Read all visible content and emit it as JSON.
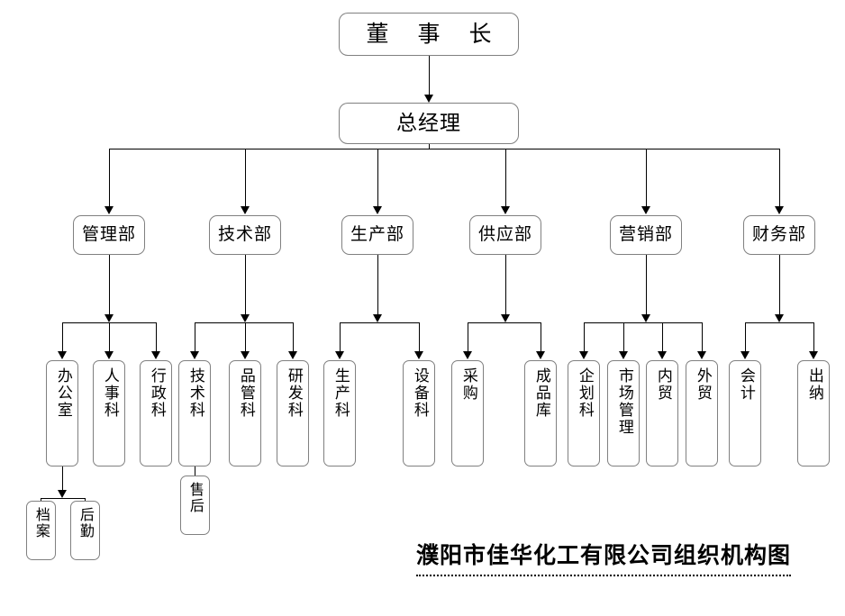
{
  "chart_data": {
    "type": "diagram",
    "title": "濮阳市佳华化工有限公司组织机构图",
    "diagram_kind": "organization-chart",
    "orientation": "top-down",
    "levels": 4
  },
  "caption": {
    "text": "濮阳市佳华化工有限公司组织机构图"
  },
  "nodes": {
    "chairman": {
      "label": "董 事 长"
    },
    "general_manager": {
      "label": "总经理"
    },
    "departments": [
      {
        "label": "管理部"
      },
      {
        "label": "技术部"
      },
      {
        "label": "生产部"
      },
      {
        "label": "供应部"
      },
      {
        "label": "营销部"
      },
      {
        "label": "财务部"
      }
    ],
    "sections": [
      {
        "label": "办公室"
      },
      {
        "label": "人事科"
      },
      {
        "label": "行政科"
      },
      {
        "label": "技术科"
      },
      {
        "label": "品管科"
      },
      {
        "label": "研发科"
      },
      {
        "label": "生产科"
      },
      {
        "label": "设备科"
      },
      {
        "label": "采购"
      },
      {
        "label": "成品库"
      },
      {
        "label": "企划科"
      },
      {
        "label": "市场管理"
      },
      {
        "label": "内贸"
      },
      {
        "label": "外贸"
      },
      {
        "label": "会计"
      },
      {
        "label": "出纳"
      }
    ],
    "units": [
      {
        "label": "档案"
      },
      {
        "label": "后勤"
      },
      {
        "label": "售后"
      }
    ]
  },
  "colors": {
    "box_border": "#808080",
    "connector": "#000000",
    "background": "#ffffff",
    "text": "#000000"
  }
}
